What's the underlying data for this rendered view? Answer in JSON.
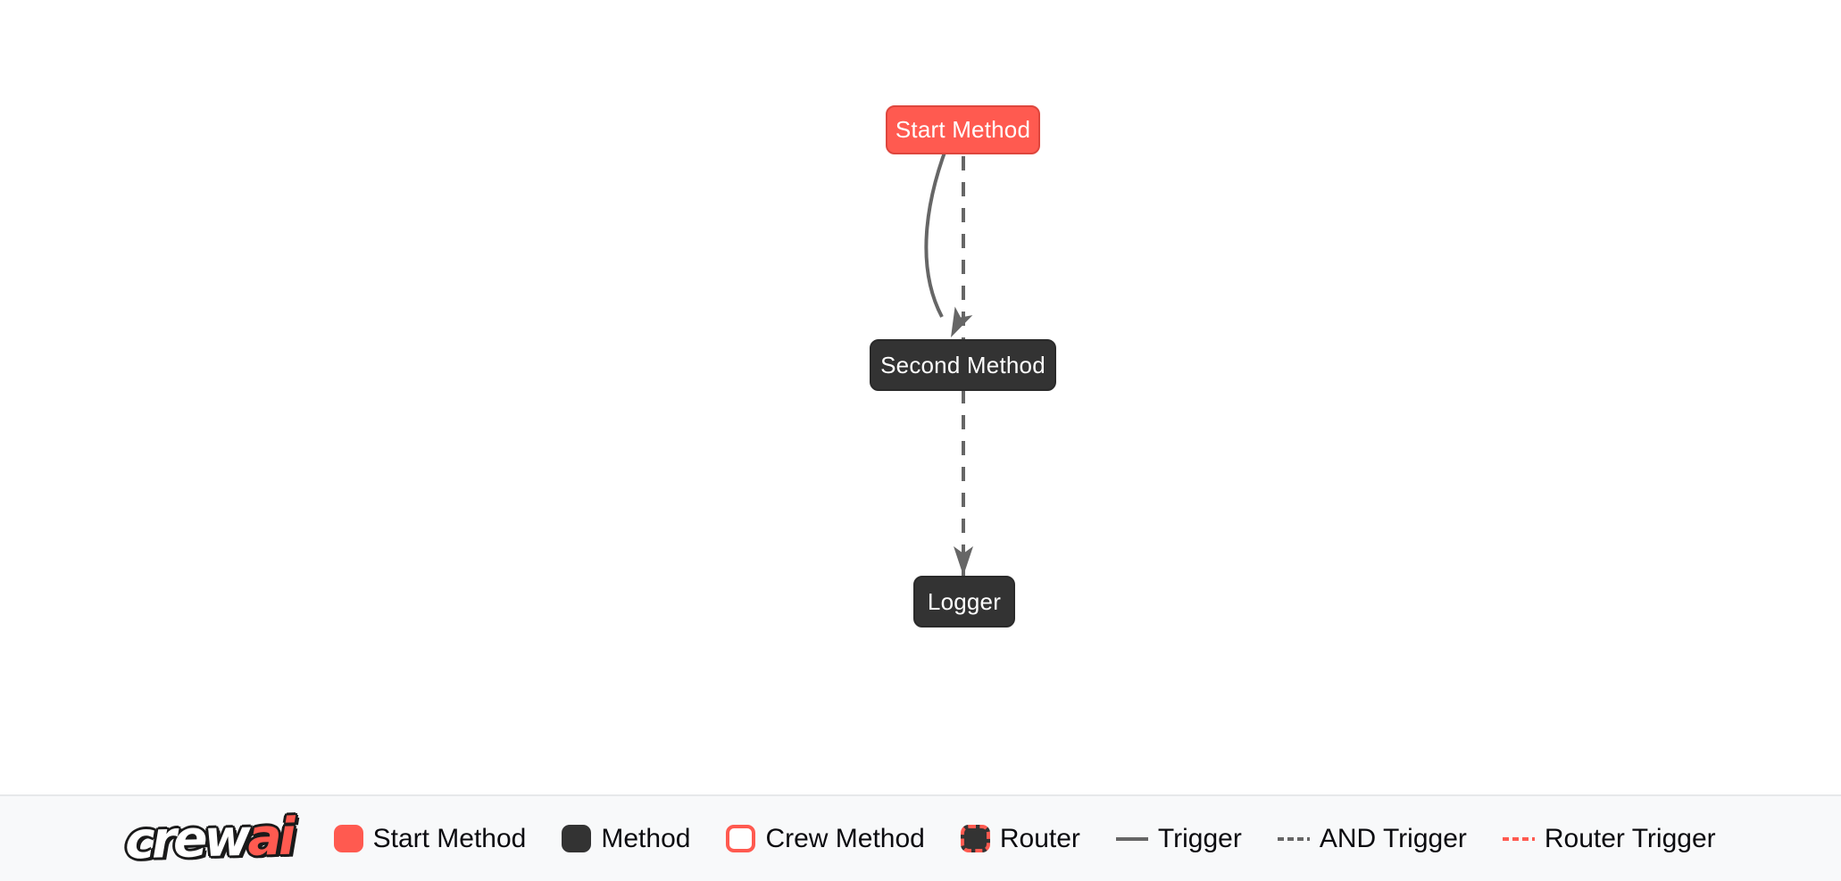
{
  "diagram": {
    "nodes": [
      {
        "label": "Start Method",
        "type": "start-method"
      },
      {
        "label": "Second Method",
        "type": "method"
      },
      {
        "label": "Logger",
        "type": "method"
      }
    ],
    "edges": [
      {
        "from": "Start Method",
        "to": "Second Method",
        "kind": "Trigger",
        "style": "solid-curved"
      },
      {
        "from": "Start Method",
        "to": "Logger",
        "kind": "AND Trigger",
        "style": "dashed-straight"
      },
      {
        "from": "Second Method",
        "to": "Logger",
        "kind": "AND Trigger",
        "style": "dashed-straight"
      }
    ]
  },
  "legend": {
    "logo": {
      "crew": "crew",
      "ai": "ai"
    },
    "items": [
      {
        "label": "Start Method",
        "swatch": "start-square"
      },
      {
        "label": "Method",
        "swatch": "method-square"
      },
      {
        "label": "Crew Method",
        "swatch": "crew-method-square"
      },
      {
        "label": "Router",
        "swatch": "router-square"
      },
      {
        "label": "Trigger",
        "swatch": "solid-gray-line"
      },
      {
        "label": "AND Trigger",
        "swatch": "dashed-gray-line"
      },
      {
        "label": "Router Trigger",
        "swatch": "dashed-red-line"
      }
    ]
  },
  "colors": {
    "accent_red": "#FF5A50",
    "node_dark": "#333333",
    "edge_gray": "#666666",
    "legend_background": "#F8F9FA",
    "canvas_background": "#FFFFFF",
    "node_text": "#FFFFFF",
    "legend_text": "#0B0B0F"
  }
}
